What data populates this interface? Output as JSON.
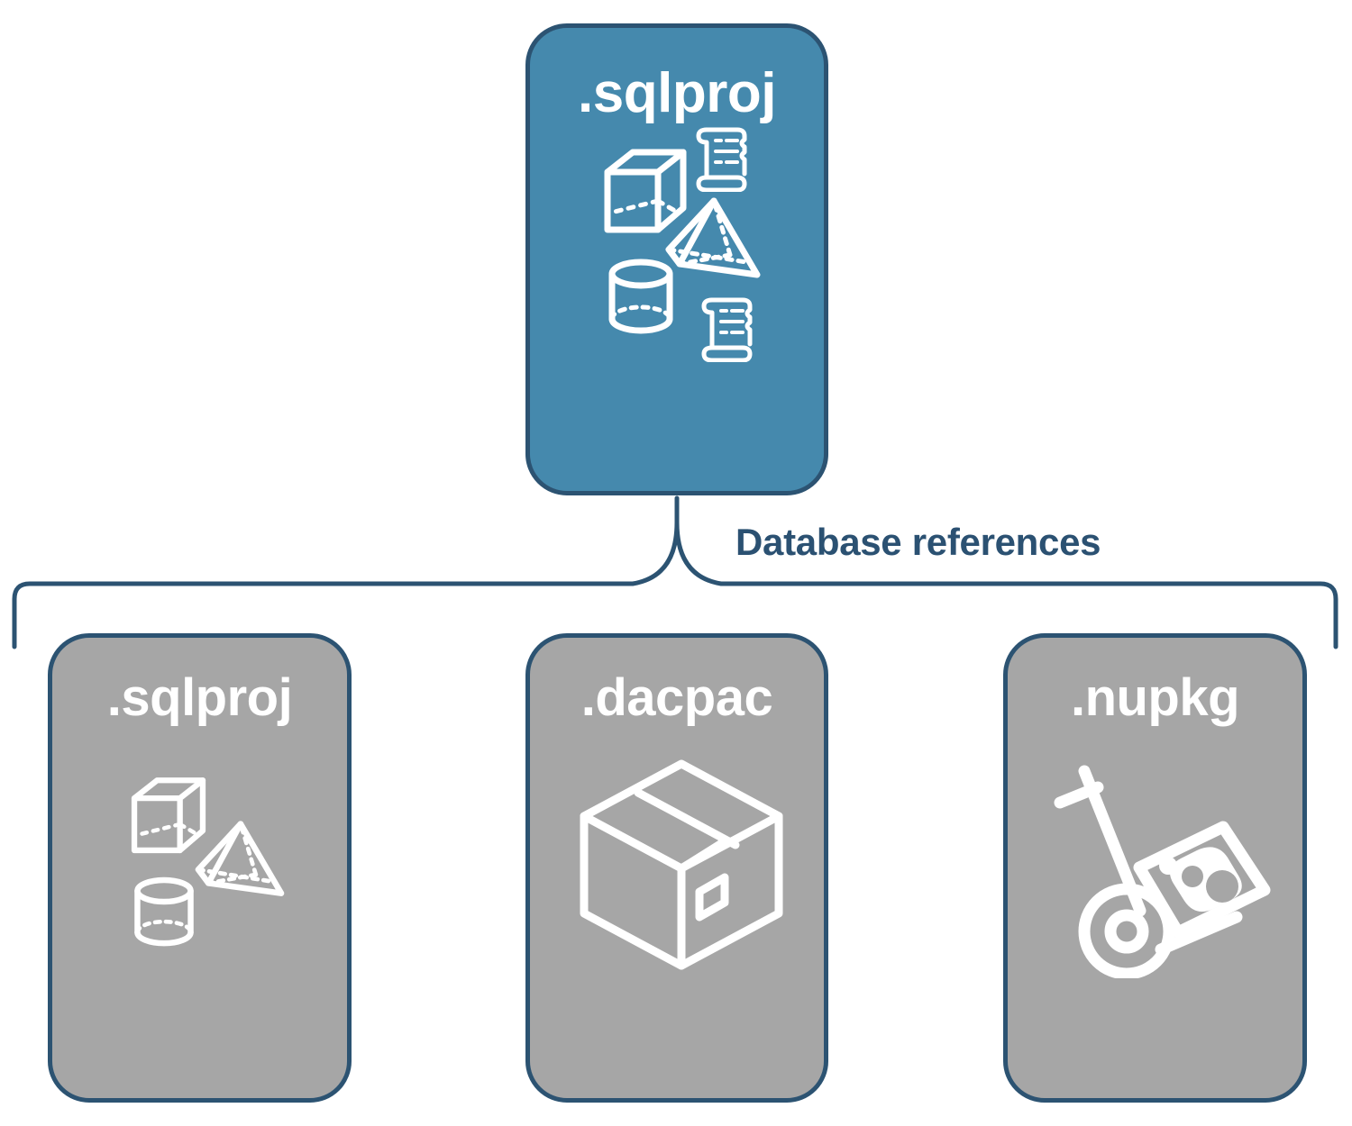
{
  "diagram": {
    "title": "Database references",
    "colors": {
      "root_card_fill": "#4589ad",
      "reference_card_fill": "#a6a6a6",
      "border": "#2c5372",
      "label_text": "#2b5172",
      "icon_stroke": "#ffffff",
      "background": "#ffffff"
    },
    "connector_label": "Database references"
  },
  "root_card": {
    "label": ".sqlproj",
    "icons": [
      "cube-icon",
      "pyramid-icon",
      "cylinder-icon",
      "script-scroll-icon",
      "script-scroll-icon"
    ]
  },
  "reference_cards": [
    {
      "label": ".sqlproj",
      "icons": [
        "cube-icon",
        "pyramid-icon",
        "cylinder-icon"
      ]
    },
    {
      "label": ".dacpac",
      "icons": [
        "package-box-icon"
      ]
    },
    {
      "label": ".nupkg",
      "icons": [
        "nuget-hand-truck-icon"
      ]
    }
  ]
}
